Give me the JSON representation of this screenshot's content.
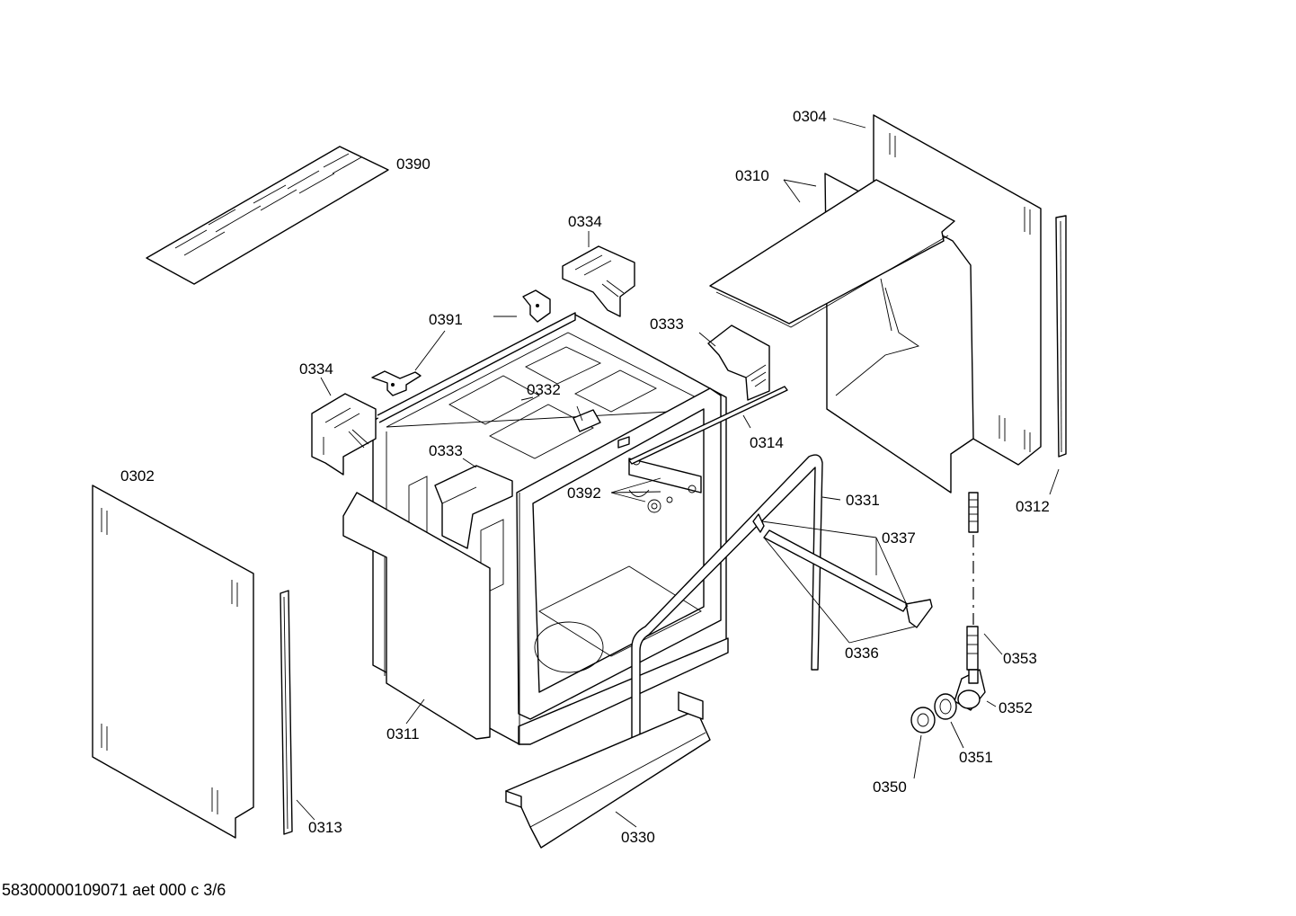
{
  "labels": {
    "p0390": "0390",
    "p0304": "0304",
    "p0310": "0310",
    "p0334a": "0334",
    "p0334b": "0334",
    "p0391": "0391",
    "p0333a": "0333",
    "p0333b": "0333",
    "p0332": "0332",
    "p0314": "0314",
    "p0302": "0302",
    "p0392": "0392",
    "p0331": "0331",
    "p0337": "0337",
    "p0312": "0312",
    "p0336": "0336",
    "p0353": "0353",
    "p0352": "0352",
    "p0351": "0351",
    "p0350": "0350",
    "p0311": "0311",
    "p0313": "0313",
    "p0330": "0330"
  },
  "footer": "58300000109071 aet 000 c 3/6"
}
